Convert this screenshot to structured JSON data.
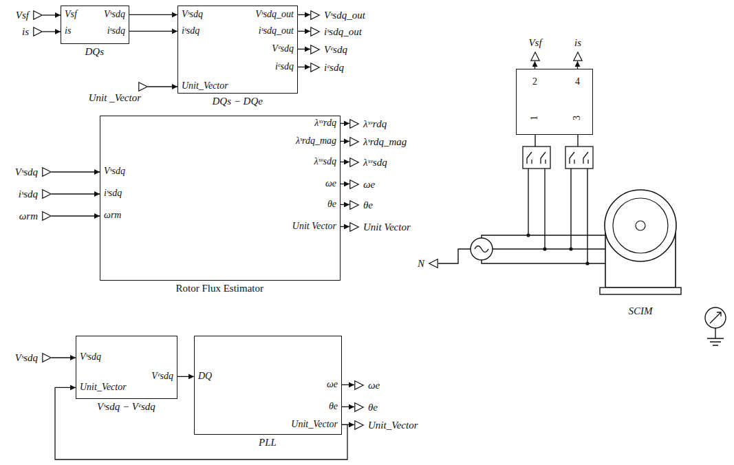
{
  "diagram": {
    "nodes": [
      {
        "text": [
          "Vsf"
        ]
      },
      {
        "text": [
          "is"
        ]
      },
      {
        "text": [
          "Vsf",
          "is",
          "Vˢsdq",
          "iˢsdq",
          "DQs"
        ]
      },
      {
        "text": [
          "Unit _Vector"
        ]
      },
      {
        "text": [
          "Vˢsdq",
          "iˢsdq",
          "Unit_Vector",
          "Vˢsdq_out",
          "iˢsdq_out",
          "Vᵉsdq",
          "iᵉsdq",
          "DQs − DQe"
        ]
      },
      {
        "text": [
          "Vˢsdq_out"
        ]
      },
      {
        "text": [
          "iˢsdq_out"
        ]
      },
      {
        "text": [
          "Vᵉsdq"
        ]
      },
      {
        "text": [
          "iᵉsdq"
        ]
      },
      {
        "text": [
          "Vsf"
        ]
      },
      {
        "text": [
          "is"
        ]
      },
      {
        "text": [
          "2",
          "4",
          "1",
          "3"
        ]
      },
      {
        "text": [
          "Vˢsdq"
        ]
      },
      {
        "text": [
          "iˢsdq"
        ]
      },
      {
        "text": [
          "ωrm"
        ]
      },
      {
        "text": [
          "Vˢsdq",
          "iˢsdq",
          "ωrm",
          "λˢᵛrdq",
          "λˢrdq_mag",
          "λˢᵛsdq",
          "ωe",
          "θe",
          "Unit Vector",
          "Rotor Flux Estimator"
        ]
      },
      {
        "text": [
          "λˢᵛrdq"
        ]
      },
      {
        "text": [
          "λˢrdq_mag"
        ]
      },
      {
        "text": [
          "λˢᵛsdq"
        ]
      },
      {
        "text": [
          "ωe"
        ]
      },
      {
        "text": [
          "θe"
        ]
      },
      {
        "text": [
          "Unit Vector"
        ]
      },
      {
        "text": [
          "N"
        ]
      },
      {
        "text": [
          "SCIM"
        ]
      },
      {
        "text": [
          "Vˢsdq"
        ]
      },
      {
        "text": [
          "Vˢsdq",
          "Unit_Vector",
          "Vᵉsdq",
          "Vˢsdq − Vᵉsdq"
        ]
      },
      {
        "text": [
          "DQ",
          "ωe",
          "θe",
          "Unit_Vector",
          "PLL"
        ]
      },
      {
        "text": [
          "ωe"
        ]
      },
      {
        "text": [
          "θe"
        ]
      },
      {
        "text": [
          "Unit_Vector"
        ]
      }
    ],
    "edges": [
      {
        "from": 0,
        "to": 2,
        "arrow": "to"
      },
      {
        "from": 1,
        "to": 2,
        "arrow": "to"
      },
      {
        "from": 2,
        "to": 4,
        "arrow": "to"
      },
      {
        "from": 2,
        "to": 4,
        "arrow": "to"
      },
      {
        "from": 3,
        "to": 4,
        "arrow": "to"
      },
      {
        "from": 4,
        "to": 5,
        "arrow": "to"
      },
      {
        "from": 4,
        "to": 6,
        "arrow": "to"
      },
      {
        "from": 4,
        "to": 7,
        "arrow": "to"
      },
      {
        "from": 4,
        "to": 8,
        "arrow": "to"
      },
      {
        "from": 11,
        "to": 9,
        "arrow": "to"
      },
      {
        "from": 11,
        "to": 10,
        "arrow": "to"
      },
      {
        "from": 12,
        "to": 15,
        "arrow": "to"
      },
      {
        "from": 13,
        "to": 15,
        "arrow": "to"
      },
      {
        "from": 14,
        "to": 15,
        "arrow": "to"
      },
      {
        "from": 15,
        "to": 16,
        "arrow": "to"
      },
      {
        "from": 15,
        "to": 17,
        "arrow": "to"
      },
      {
        "from": 15,
        "to": 18,
        "arrow": "to"
      },
      {
        "from": 15,
        "to": 19,
        "arrow": "to"
      },
      {
        "from": 15,
        "to": 20,
        "arrow": "to"
      },
      {
        "from": 15,
        "to": 21,
        "arrow": "to"
      },
      {
        "from": 24,
        "to": 25,
        "arrow": "to"
      },
      {
        "from": 25,
        "to": 26,
        "arrow": "to"
      },
      {
        "from": 26,
        "to": 27,
        "arrow": "to"
      },
      {
        "from": 26,
        "to": 28,
        "arrow": "to"
      },
      {
        "from": 26,
        "to": 29,
        "arrow": "to"
      },
      {
        "from": 26,
        "to": 25,
        "arrow": "to"
      }
    ]
  }
}
